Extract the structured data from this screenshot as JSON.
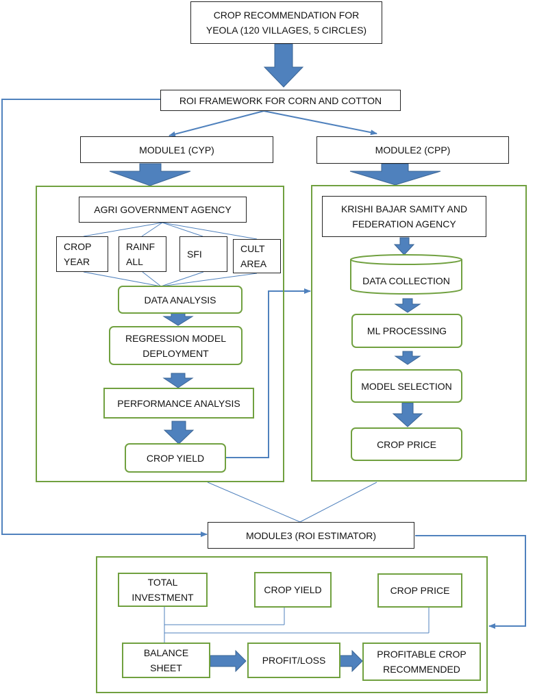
{
  "title": "CROP RECOMMENDATION FOR\nYEOLA (120 VILLAGES, 5 CIRCLES)",
  "framework": "ROI FRAMEWORK FOR CORN AND COTTON",
  "module1": {
    "label": "MODULE1 (CYP)",
    "agency": "AGRI GOVERNMENT AGENCY",
    "inputs": [
      "CROP\nYEAR",
      "RAINF\nALL",
      "SFI",
      "CULT\nAREA"
    ],
    "steps": [
      "DATA ANALYSIS",
      "REGRESSION MODEL\nDEPLOYMENT",
      "PERFORMANCE ANALYSIS"
    ],
    "output": "CROP YIELD"
  },
  "module2": {
    "label": "MODULE2 (CPP)",
    "agency": "KRISHI BAJAR SAMITY AND\nFEDERATION AGENCY",
    "data": "DATA COLLECTION",
    "steps": [
      "ML PROCESSING",
      "MODEL SELECTION"
    ],
    "output": "CROP PRICE"
  },
  "module3": {
    "label": "MODULE3 (ROI ESTIMATOR)",
    "inputs": [
      "TOTAL\nINVESTMENT",
      "CROP YIELD",
      "CROP PRICE"
    ],
    "flow": [
      "BALANCE\nSHEET",
      "PROFIT/LOSS",
      "PROFITABLE CROP\nRECOMMENDED"
    ]
  },
  "colors": {
    "box_border": "#222222",
    "green_border": "#70a03f",
    "arrow_fill": "#4f81bd",
    "arrow_stroke": "#3a6494",
    "connector": "#4f81bd"
  }
}
